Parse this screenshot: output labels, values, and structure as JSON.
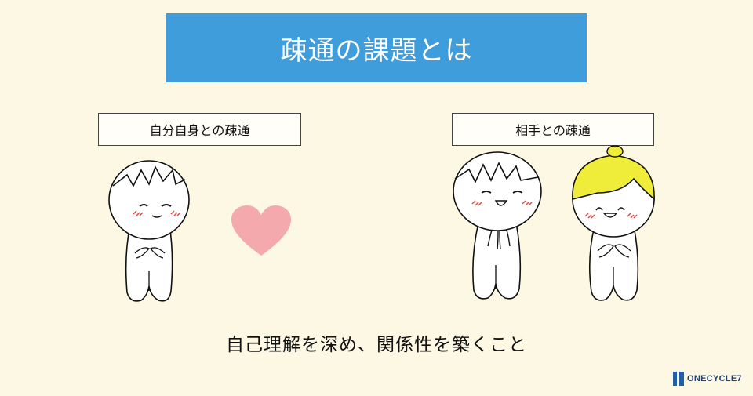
{
  "title": "疎通の課題とは",
  "labels": {
    "left": "自分自身との疎通",
    "right": "相手との疎通"
  },
  "caption": "自己理解を深め、関係性を築くこと",
  "logo": "ONECYCLE7",
  "colors": {
    "background": "#fdf8e4",
    "title_banner": "#3f9ddc",
    "heart": "#f4a9ac",
    "hair_yellow": "#f0ec3a",
    "logo_blue": "#1e5fa8"
  },
  "icons": {
    "left_figure": "smiling-character-icon",
    "heart": "heart-icon",
    "right_figure_1": "boy-character-icon",
    "right_figure_2": "girl-character-icon"
  }
}
